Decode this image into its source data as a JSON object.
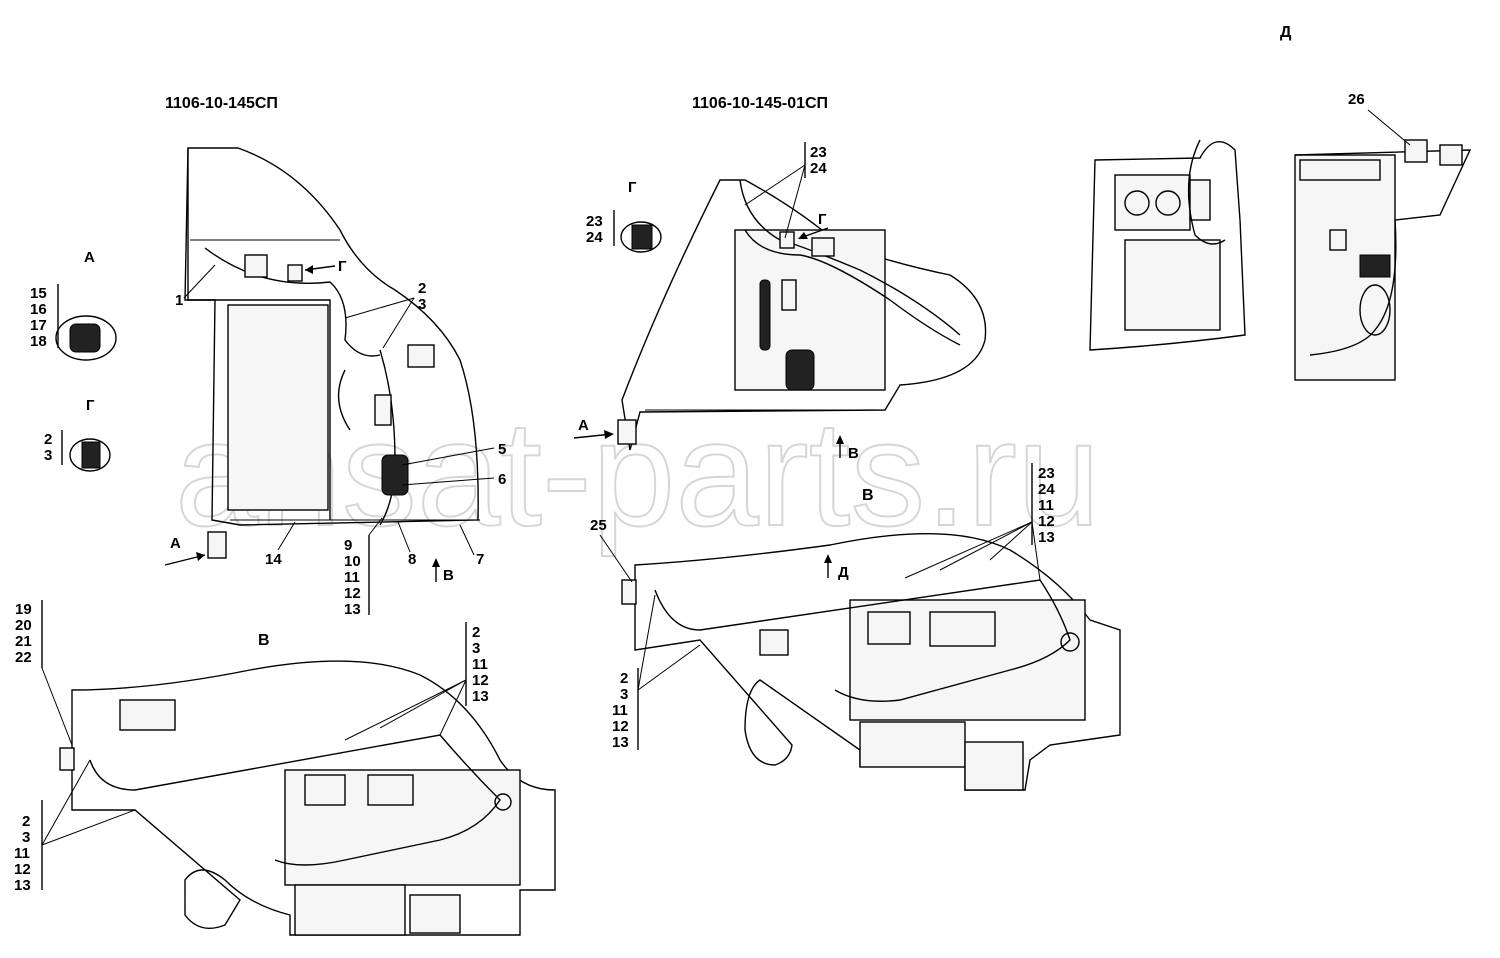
{
  "title_left": "1106-10-145СП",
  "title_right": "1106-10-145-01СП",
  "watermark": "ansat-parts.ru",
  "views": {
    "A_top": "А",
    "G_top": "Г",
    "V_bottom": "В",
    "G_right": "Г",
    "V_right": "В",
    "D_corner": "Д"
  },
  "callouts": {
    "one": "1",
    "two": "2",
    "three": "3",
    "five": "5",
    "six": "6",
    "seven": "7",
    "eight": "8",
    "fourteen": "14",
    "twenty_five": "25",
    "twenty_six": "26"
  },
  "stacks": {
    "a_view": [
      "15",
      "16",
      "17",
      "18"
    ],
    "g_view": [
      "2",
      "3"
    ],
    "left_bottom": [
      "9",
      "10",
      "11",
      "12",
      "13"
    ],
    "v_topleft": [
      "19",
      "20",
      "21",
      "22"
    ],
    "v_topright": [
      "2",
      "3",
      "11",
      "12",
      "13"
    ],
    "v_bottomleft": [
      "2",
      "3",
      "11",
      "12",
      "13"
    ],
    "g_right": [
      "23",
      "24"
    ],
    "right_top": [
      "23",
      "24"
    ],
    "right_mid": [
      "23",
      "24",
      "11",
      "12",
      "13"
    ],
    "right_bottomleft": [
      "2",
      "3",
      "11",
      "12",
      "13"
    ]
  },
  "arrows": {
    "g_arrow_left": "Г",
    "a_arrow_left": "А",
    "v_arrow_left": "В",
    "g_arrow_right": "Г",
    "a_arrow_right": "А",
    "v_arrow_right": "В",
    "d_arrow": "Д"
  }
}
